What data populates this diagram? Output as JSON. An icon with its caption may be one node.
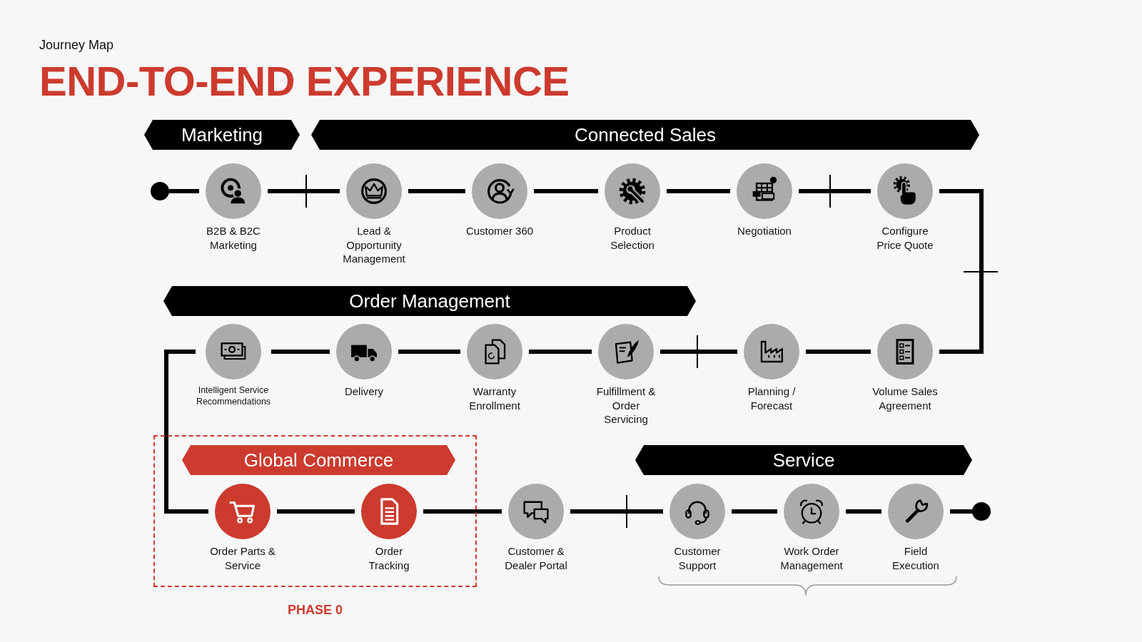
{
  "diagram": {
    "title": "END-TO-END EXPERIENCE",
    "nodes": [
      {
        "text": [
          "Marketing"
        ]
      },
      {
        "text": [
          "Connected Sales"
        ]
      },
      {
        "text": [],
        "shape": "circle"
      },
      {
        "text": [
          "B2B & B2C Marketing"
        ]
      },
      {
        "text": [
          "Lead & Opportunity Management"
        ]
      },
      {
        "text": [
          "Customer 360"
        ]
      },
      {
        "text": [
          "Product Selection"
        ]
      },
      {
        "text": [
          "Negotiation"
        ]
      },
      {
        "text": [
          "Configure Price Quote"
        ]
      },
      {
        "text": [
          "Order Management"
        ]
      },
      {
        "text": [
          "Intelligent Service Recommendations"
        ]
      },
      {
        "text": [
          "Delivery"
        ]
      },
      {
        "text": [
          "Warranty Enrollment"
        ]
      },
      {
        "text": [
          "Fulfillment & Order Servicing"
        ]
      },
      {
        "text": [
          "Planning / Forecast"
        ]
      },
      {
        "text": [
          "Volume Sales Agreement"
        ]
      },
      {
        "text": [
          "PHASE 0"
        ]
      },
      {
        "text": [
          "Global Commerce"
        ],
        "in": 16
      },
      {
        "text": [
          "Order Parts & Service"
        ],
        "in": 16
      },
      {
        "text": [
          "Order Tracking"
        ],
        "in": 16
      },
      {
        "text": [
          "Service"
        ]
      },
      {
        "text": [
          "Customer & Dealer Portal"
        ]
      },
      {
        "text": [
          "Customer Support"
        ]
      },
      {
        "text": [
          "Work Order Management"
        ]
      },
      {
        "text": [
          "Field Execution"
        ]
      },
      {
        "text": [],
        "shape": "circle"
      }
    ],
    "edges": [
      {
        "from": 2,
        "to": 3,
        "arrow": "none"
      },
      {
        "from": 3,
        "to": 4,
        "arrow": "none"
      },
      {
        "from": 4,
        "to": 5,
        "arrow": "none"
      },
      {
        "from": 5,
        "to": 6,
        "arrow": "none"
      },
      {
        "from": 6,
        "to": 7,
        "arrow": "none"
      },
      {
        "from": 7,
        "to": 8,
        "arrow": "none"
      },
      {
        "from": 8,
        "to": 15,
        "arrow": "none"
      },
      {
        "from": 15,
        "to": 14,
        "arrow": "none"
      },
      {
        "from": 14,
        "to": 13,
        "arrow": "none"
      },
      {
        "from": 13,
        "to": 12,
        "arrow": "none"
      },
      {
        "from": 12,
        "to": 11,
        "arrow": "none"
      },
      {
        "from": 11,
        "to": 10,
        "arrow": "none"
      },
      {
        "from": 10,
        "to": 18,
        "arrow": "none"
      },
      {
        "from": 18,
        "to": 19,
        "arrow": "none"
      },
      {
        "from": 19,
        "to": 21,
        "arrow": "none"
      },
      {
        "from": 21,
        "to": 22,
        "arrow": "none"
      },
      {
        "from": 22,
        "to": 23,
        "arrow": "none"
      },
      {
        "from": 23,
        "to": 24,
        "arrow": "none"
      },
      {
        "from": 24,
        "to": 25,
        "arrow": "none"
      }
    ],
    "labels": [
      "Journey Map"
    ]
  }
}
